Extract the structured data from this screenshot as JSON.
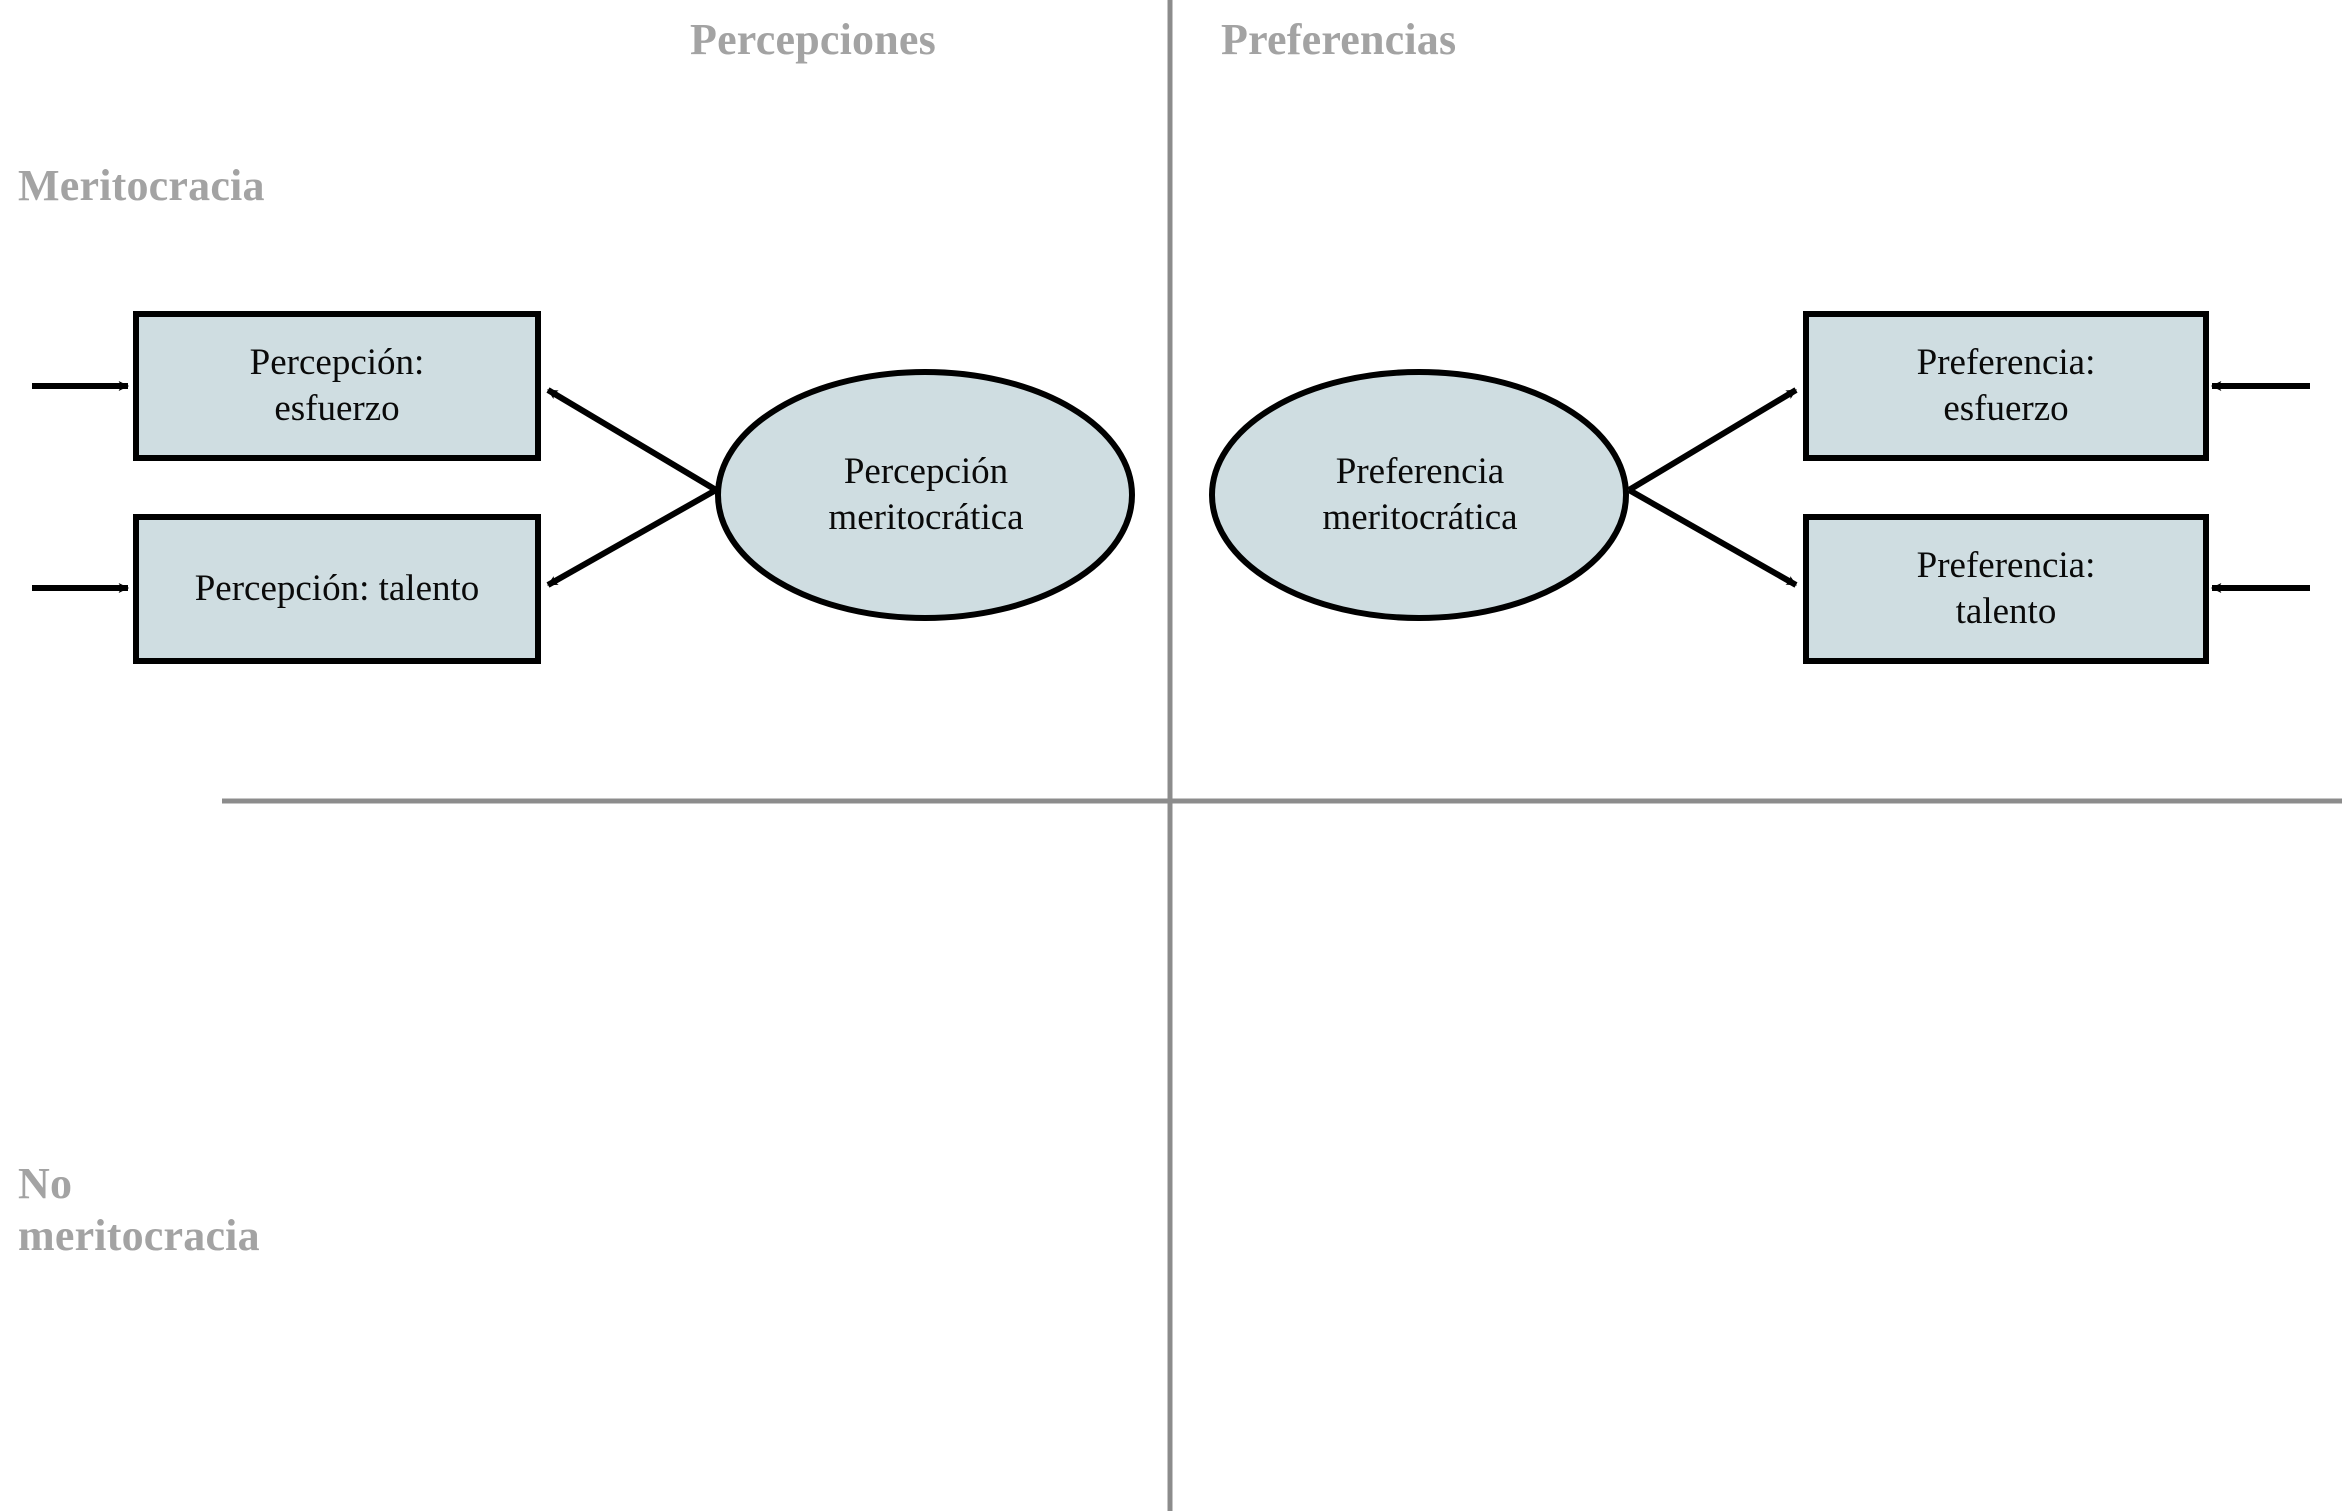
{
  "figure": {
    "background_color": "#ffffff",
    "node_fill_color": "#cfdde1",
    "node_stroke_color": "#000000",
    "axis_label_color": "#a3a3a3",
    "divider_color": "#8c8c8c"
  },
  "axes": {
    "column_left_label": "Percepciones",
    "column_right_label": "Preferencias",
    "row_top_label": "Meritocracia",
    "row_bottom_label": "No\nmeritocracia"
  },
  "nodes": {
    "perception_effort": {
      "label": "Percepción:\nesfuerzo",
      "shape": "rectangle"
    },
    "perception_talent": {
      "label": "Percepción: talento",
      "shape": "rectangle"
    },
    "perception_meritocratic": {
      "label": "Percepción\nmeritocrática",
      "shape": "ellipse"
    },
    "preference_meritocratic": {
      "label": "Preferencia\nmeritocrática",
      "shape": "ellipse"
    },
    "preference_effort": {
      "label": "Preferencia:\nesfuerzo",
      "shape": "rectangle"
    },
    "preference_talent": {
      "label": "Preferencia:\ntalento",
      "shape": "rectangle"
    }
  },
  "edges": [
    {
      "from": "perception_meritocratic",
      "to": "perception_effort",
      "style": "arrow"
    },
    {
      "from": "perception_meritocratic",
      "to": "perception_talent",
      "style": "arrow"
    },
    {
      "from": "preference_meritocratic",
      "to": "preference_effort",
      "style": "arrow"
    },
    {
      "from": "preference_meritocratic",
      "to": "preference_talent",
      "style": "arrow"
    },
    {
      "from": "external-left",
      "to": "perception_effort",
      "style": "arrow"
    },
    {
      "from": "external-left",
      "to": "perception_talent",
      "style": "arrow"
    },
    {
      "from": "external-right",
      "to": "preference_effort",
      "style": "arrow"
    },
    {
      "from": "external-right",
      "to": "preference_talent",
      "style": "arrow"
    }
  ],
  "dividers": {
    "vertical": "column separator between Percepciones and Preferencias",
    "horizontal": "row separator between Meritocracia and No meritocracia"
  }
}
